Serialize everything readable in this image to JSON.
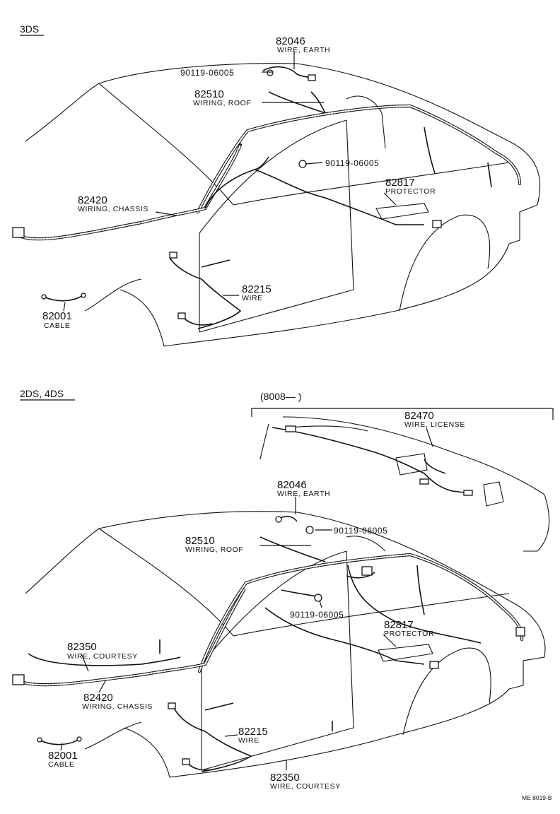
{
  "top": {
    "section_label": "3DS",
    "parts": [
      {
        "number": "82046",
        "name": "WIRE, EARTH"
      },
      {
        "number": "90119-06005",
        "name": ""
      },
      {
        "number": "82510",
        "name": "WIRING, ROOF"
      },
      {
        "number": "90119-06005",
        "name": ""
      },
      {
        "number": "82817",
        "name": "PROTECTOR"
      },
      {
        "number": "82420",
        "name": "WIRING, CHASSIS"
      },
      {
        "number": "82215",
        "name": "WIRE"
      },
      {
        "number": "82001",
        "name": "CABLE"
      }
    ]
  },
  "bottom": {
    "section_label": "2DS, 4DS",
    "inset_label": "(8008—        )",
    "parts": [
      {
        "number": "82470",
        "name": "WIRE, LICENSE"
      },
      {
        "number": "82046",
        "name": "WIRE, EARTH"
      },
      {
        "number": "90119-06005",
        "name": ""
      },
      {
        "number": "82510",
        "name": "WIRING, ROOF"
      },
      {
        "number": "90119-06005",
        "name": ""
      },
      {
        "number": "82817",
        "name": "PROTECTOR"
      },
      {
        "number": "82350",
        "name": "WIRE, COURTESY"
      },
      {
        "number": "82420",
        "name": "WIRING, CHASSIS"
      },
      {
        "number": "82215",
        "name": "WIRE"
      },
      {
        "number": "82001",
        "name": "CABLE"
      },
      {
        "number": "82350",
        "name": "WIRE, COURTESY"
      }
    ]
  },
  "figure_code": "ME  8019-B"
}
